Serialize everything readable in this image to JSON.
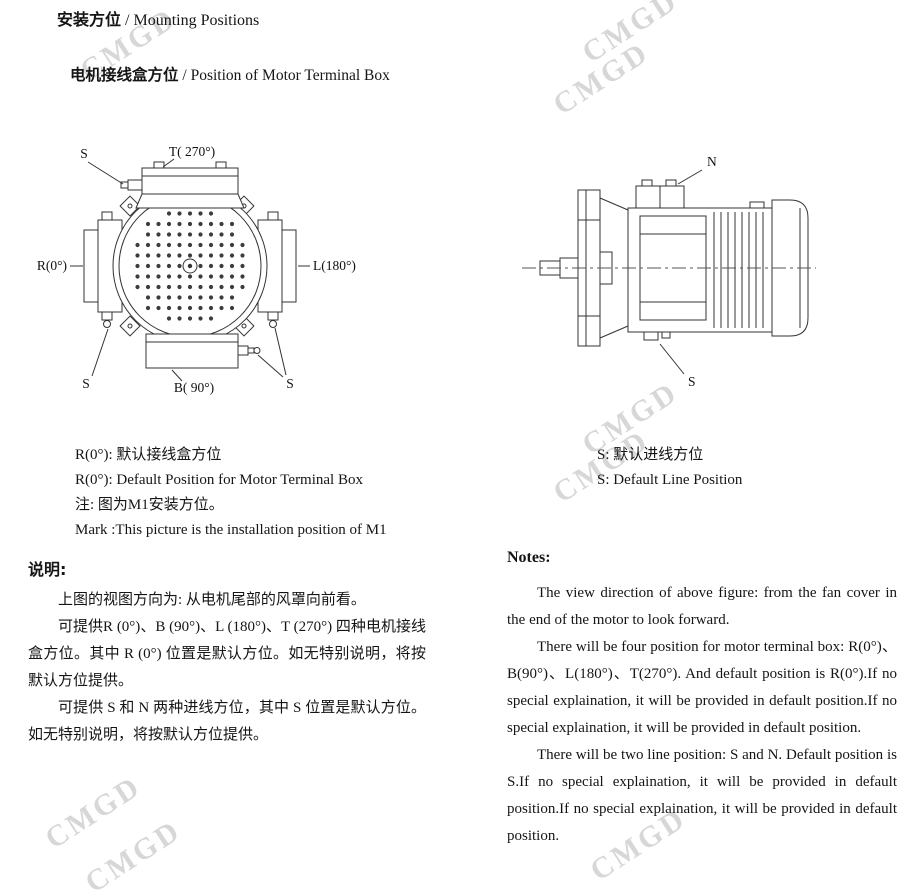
{
  "page": {
    "watermark": "CMGD",
    "title": {
      "zh": "安装方位",
      "en": " / Mounting Positions"
    },
    "subtitle": {
      "zh": "电机接线盒方位",
      "en": " / Position of Motor Terminal Box"
    }
  },
  "front_view": {
    "labels": {
      "s_top": "S",
      "t": "T( 270°)",
      "r": "R(0°)",
      "l": "L(180°)",
      "b": "B( 90°)",
      "s_bottom_left": "S",
      "s_bottom_right": "S"
    },
    "captions": [
      "R(0°): 默认接线盒方位",
      "R(0°): Default Position for Motor Terminal Box",
      "注: 图为M1安装方位。",
      "Mark :This picture is the installation position of M1"
    ]
  },
  "side_view": {
    "labels": {
      "n": "N",
      "s": "S"
    },
    "captions": [
      "S: 默认进线方位",
      "S: Default Line Position"
    ]
  },
  "explanation": {
    "heading": "说明:",
    "paragraphs": [
      "上图的视图方向为: 从电机尾部的风罩向前看。",
      "可提供R (0°)、B (90°)、L (180°)、T (270°) 四种电机接线盒方位。其中 R (0°) 位置是默认方位。如无特别说明，将按默认方位提供。",
      "可提供 S 和 N 两种进线方位，其中 S 位置是默认方位。如无特别说明，将按默认方位提供。"
    ]
  },
  "notes": {
    "heading": "Notes:",
    "paragraphs": [
      "The view direction of above figure: from the fan cover in the end of the motor to look forward.",
      "There will be four position for motor terminal box: R(0°)、B(90°)、L(180°)、T(270°). And default position is R(0°).If no special explaination, it will be provided in default position.If no special explaination, it will be provided in default position.",
      "There will be two line position: S and N. Default position is S.If no special explaination, it will be provided in default position.If no special explaination, it will be provided in default position."
    ]
  }
}
